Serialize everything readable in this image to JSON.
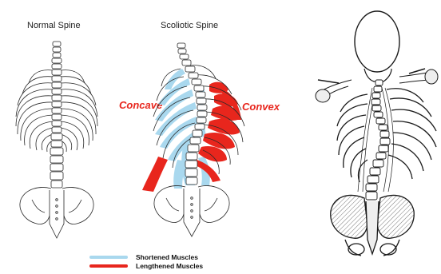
{
  "titles": {
    "normal": "Normal Spine",
    "scoliotic": "Scoliotic Spine"
  },
  "labels": {
    "concave": "Concave",
    "convex": "Convex"
  },
  "legend": {
    "shortened": "Shortened Muscles",
    "lengthened": "Lengthened Muscles"
  },
  "colors": {
    "shortened": "#a9d8ee",
    "lengthened": "#e8261d",
    "label_red": "#e8261d",
    "bone": "#2a2a2a"
  }
}
